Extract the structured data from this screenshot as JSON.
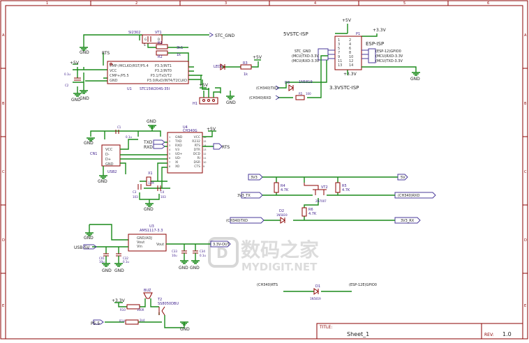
{
  "frame": {
    "col_numbers": [
      "1",
      "2",
      "3",
      "4",
      "5",
      "6"
    ],
    "row_letters": [
      "A",
      "B",
      "C",
      "D",
      "E"
    ],
    "colors": {
      "wire": "#1a8a1a",
      "component": "#8b0000",
      "label": "#3a1a8a",
      "border": "#8b0000"
    }
  },
  "title_block": {
    "title_label": "TITLE:",
    "title_value": "Sheet_1",
    "rev_label": "REV:",
    "rev_value": "1.0"
  },
  "watermark": {
    "cn": "数码之家",
    "en": "MYDIGIT.NET"
  },
  "blocks": {
    "mcu": {
      "ref": "U1",
      "part": "STC15W204S-35I",
      "left_pins": [
        "CMP-/MCLKO/RST/P5.4",
        "VCC",
        "CMP+/P5.5",
        "GND"
      ],
      "right_pins": [
        "P3.3/INT1",
        "P3.2/INT0",
        "P3.1/TxD/T2",
        "P3.0/RxD/INT4/T2CLKO"
      ],
      "left_nums": [
        "1",
        "2",
        "3",
        "4"
      ],
      "right_nums": [
        "8",
        "7",
        "6",
        "5"
      ],
      "q_ref": "VT1",
      "q_part": "SI2302",
      "r1": {
        "ref": "R1",
        "val": "3k1"
      },
      "r2": {
        "ref": "R2",
        "val": "1k"
      },
      "r3": {
        "ref": "R3",
        "val": "1k"
      },
      "led": "LED1",
      "cap": {
        "ref": "C2",
        "val": "0.1u"
      },
      "header": "H1",
      "rts": "RTS",
      "stc_gnd": "STC_GND",
      "gnd": "GND",
      "p5v": "+5V",
      "g": "G",
      "d": "D",
      "s": "S"
    },
    "isp": {
      "title_5v": "5VSTC-ISP",
      "title_esp": "ESP-ISP",
      "title_33": "3.3VSTC-ISP",
      "ref": "P1",
      "p5v": "+5V",
      "p33": "+3.3V",
      "left_nets": [
        "STC_GND",
        "(MCU)TXD-3.3V",
        "(MCU)RXD-3.3V"
      ],
      "right_nets": [
        "(ESP-12)GPIO0",
        "(MCU)RXD-3.3V",
        "(MCU)TXD-3.3V"
      ],
      "left_nums": [
        "1",
        "3",
        "5",
        "7",
        "9",
        "11",
        "13"
      ],
      "right_nums": [
        "2",
        "4",
        "6",
        "8",
        "10",
        "12",
        "14"
      ],
      "ch340_txd": "(CH340)TXD",
      "ch340_rxd": "(CH340)RXD",
      "d3": "D3",
      "d3_val": "1N5819",
      "r_val": "R5",
      "r_v": "100",
      "gnd": "GND"
    },
    "usb": {
      "ref": "U4",
      "part": "CH340G",
      "cn": "CN1",
      "usb_ref": "USB2",
      "usb_pins": [
        "VCC",
        "D-",
        "D+",
        "GND"
      ],
      "chip_left": [
        "GND",
        "TXD",
        "RXD",
        "V3",
        "UD+",
        "UD-",
        "XI",
        "XO"
      ],
      "chip_right": [
        "VCC",
        "R232",
        "RTS",
        "DTR",
        "DCD",
        "RI",
        "DSR",
        "CTS"
      ],
      "chip_lnums": [
        "1",
        "2",
        "3",
        "4",
        "5",
        "6",
        "7",
        "8"
      ],
      "chip_rnums": [
        "16",
        "15",
        "14",
        "13",
        "12",
        "11",
        "10",
        "9"
      ],
      "txd": "TXD",
      "rxd": "RXD",
      "rts": "RTS",
      "c1": {
        "ref": "C1",
        "val": "0.1u"
      },
      "x1": {
        "ref": "X1",
        "val": "12M"
      },
      "c3": {
        "ref": "C3",
        "val": "103"
      },
      "c4": {
        "ref": "C4",
        "val": "103"
      },
      "gnd": "GND",
      "p5v": "+5V"
    },
    "level": {
      "v33": "3V3",
      "v33tx": "3V3_TX",
      "ch340txd": "(CH340)TXD",
      "v5": "5V",
      "ch340rxd": "(CH340)RXD",
      "v33rx": "3V3_RX",
      "r4": {
        "ref": "R4",
        "val": "4.7K"
      },
      "r5": {
        "ref": "R5",
        "val": "4.7K"
      },
      "r6": {
        "ref": "R6",
        "val": "4.7K"
      },
      "q": {
        "ref": "VT2",
        "val": "2N7007"
      },
      "d2": {
        "ref": "D2",
        "val": "1N5819"
      }
    },
    "ldo": {
      "ref": "U3",
      "part": "AMS1117-3.3",
      "pins": [
        "GND/ADJ",
        "Vout",
        "Vin",
        "Vout"
      ],
      "usb5v": "USB-5V",
      "out": "3.3V-OUT",
      "c_in1": {
        "ref": "C01",
        "val": "10u"
      },
      "c_in2": {
        "ref": "C32",
        "val": "0.1u"
      },
      "c_out1": {
        "ref": "C33",
        "val": "10u"
      },
      "c_out2": {
        "ref": "C34",
        "val": "0.1u"
      },
      "gnd": "GND"
    },
    "buzzer": {
      "v33": "+3.3V",
      "bz": "BUZ",
      "r10": {
        "ref": "R10",
        "val": "100R"
      },
      "r14": {
        "ref": "R14",
        "val": "2k4"
      },
      "q": {
        "ref": "T2",
        "val": "SS8050DBU"
      },
      "p55": "P5.5",
      "gnd": "GND"
    },
    "autodl": {
      "rts": "(CH340)RTS",
      "gpio0": "(ESP-12E)GPIO0",
      "d": {
        "ref": "D1",
        "val": "1N5819"
      }
    }
  }
}
